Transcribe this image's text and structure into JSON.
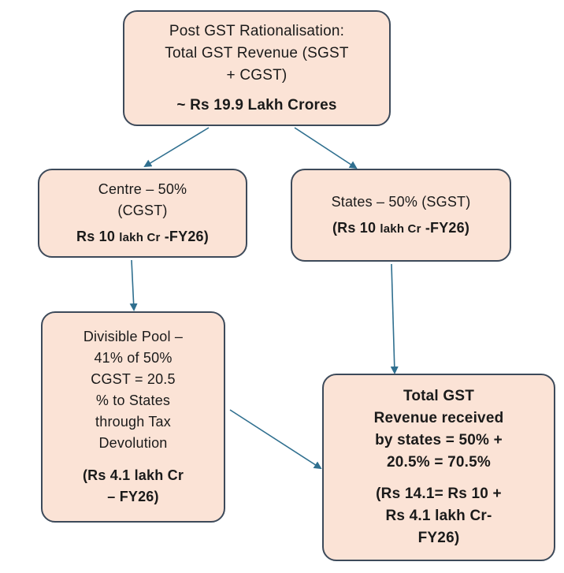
{
  "colors": {
    "box_fill": "#fbe3d6",
    "box_border": "#3d4a5a",
    "arrow": "#2f6f8f"
  },
  "top": {
    "line1": "Post GST Rationalisation:",
    "line2": "Total GST Revenue (SGST",
    "line3": "+ CGST)",
    "value": "~ Rs 19.9 Lakh Crores"
  },
  "centre": {
    "line1": "Centre – 50%",
    "line2": "(CGST)",
    "value_rs": "Rs 10 ",
    "value_unit": "lakh Cr",
    "value_tail": " -FY26)"
  },
  "states": {
    "line1": "States – 50% (SGST)",
    "value_rs": "(Rs 10 ",
    "value_unit": "lakh Cr",
    "value_tail": " -FY26)"
  },
  "pool": {
    "line1": "Divisible Pool –",
    "line2": "41% of 50%",
    "line3": "CGST = 20.5",
    "line4": "% to States",
    "line5": "through Tax",
    "line6": "Devolution",
    "value1": "(Rs 4.1 lakh Cr",
    "value2": "– FY26)"
  },
  "total": {
    "line1": "Total GST",
    "line2": "Revenue received",
    "line3": "by states = 50% +",
    "line4": "20.5% = 70.5%",
    "value1": "(Rs 14.1= Rs 10 +",
    "value2": "Rs 4.1 lakh Cr-",
    "value3": "FY26)"
  }
}
